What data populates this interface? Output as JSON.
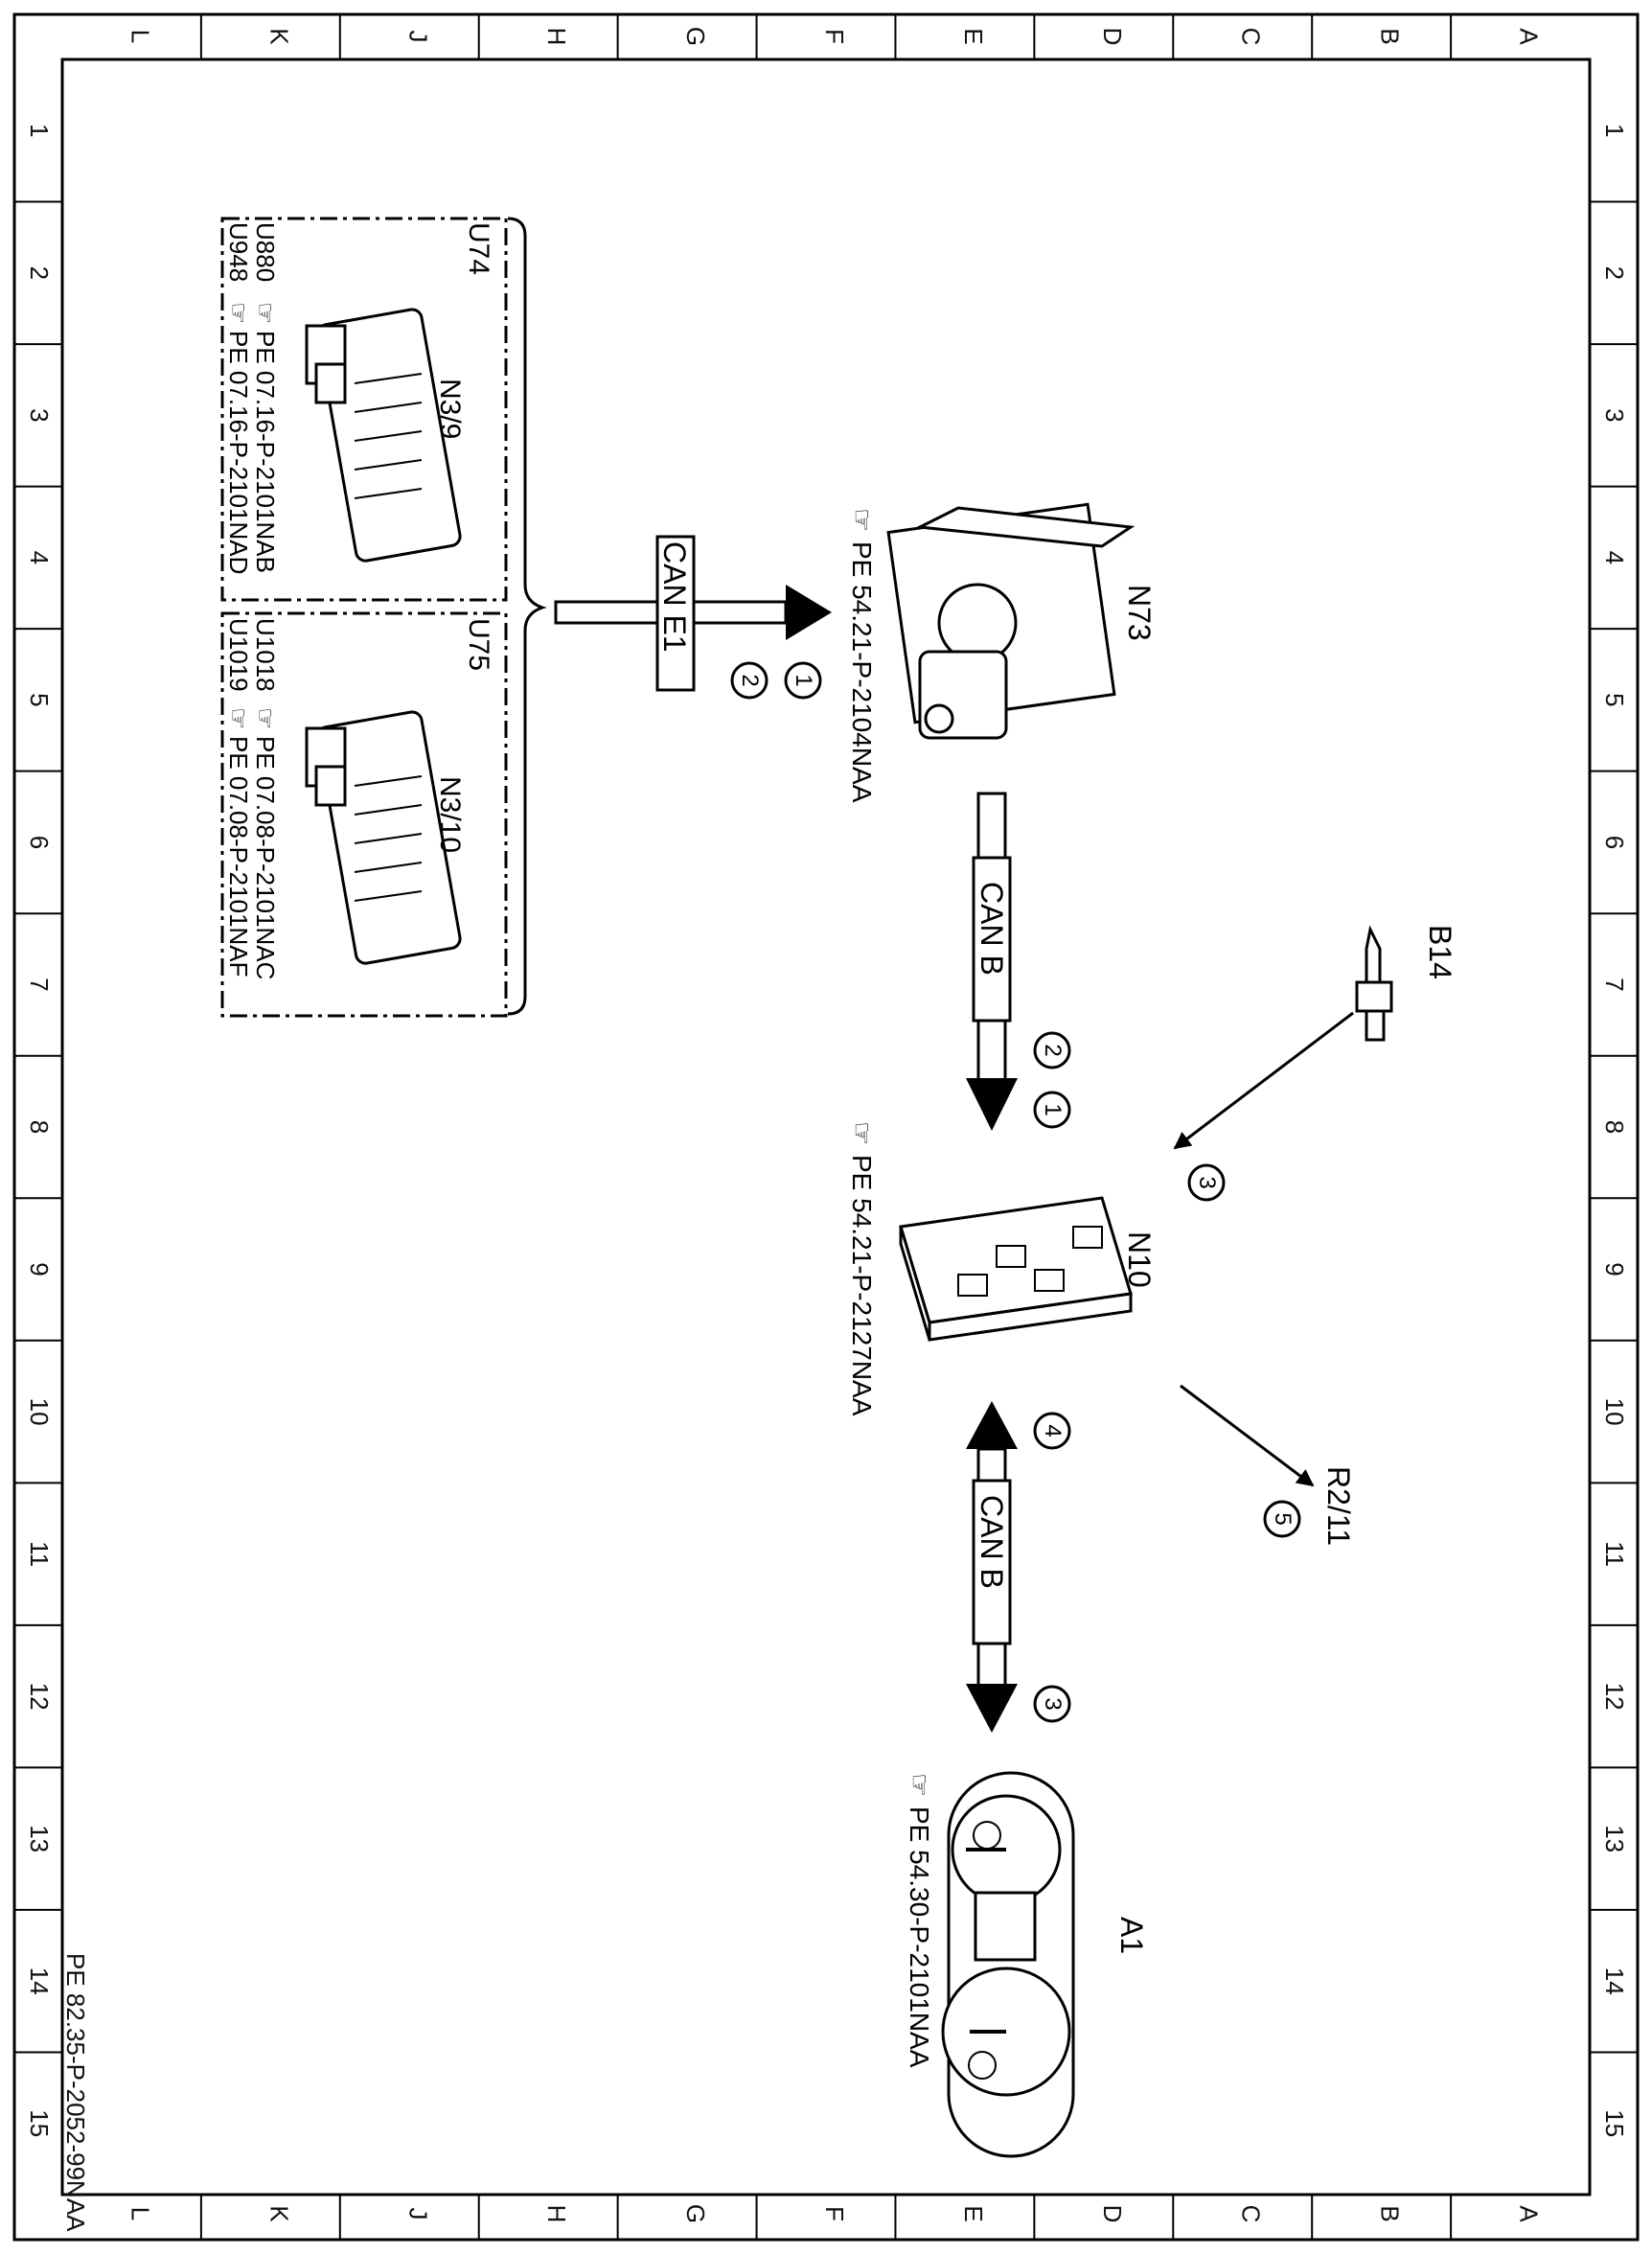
{
  "frame": {
    "top_columns": [
      "L",
      "K",
      "J",
      "H",
      "G",
      "F",
      "E",
      "D",
      "C",
      "B",
      "A"
    ],
    "bottom_columns": [
      "L",
      "K",
      "J",
      "H",
      "G",
      "F",
      "E",
      "D",
      "C",
      "B",
      "A"
    ],
    "left_rows": [
      "1",
      "2",
      "3",
      "4",
      "5",
      "6",
      "7",
      "8",
      "9",
      "10",
      "11",
      "12",
      "13",
      "14",
      "15"
    ],
    "right_rows": [
      "1",
      "2",
      "3",
      "4",
      "5",
      "6",
      "7",
      "8",
      "9",
      "10",
      "11",
      "12",
      "13",
      "14",
      "15"
    ],
    "document_id": "PE 82.35-P-2052-99NAA"
  },
  "ecu_group": {
    "left_box": {
      "code": "U74",
      "component": "N3/9",
      "ref1_code": "U880",
      "ref1_doc": "PE 07.16-P-2101NAB",
      "ref2_code": "U948",
      "ref2_doc": "PE 07.16-P-2101NAD"
    },
    "right_box": {
      "code": "U75",
      "component": "N3/10",
      "ref1_code": "U1018",
      "ref1_doc": "PE 07.08-P-2101NAC",
      "ref2_code": "U1019",
      "ref2_doc": "PE 07.08-P-2101NAF"
    }
  },
  "components": {
    "n73": {
      "label": "N73",
      "doc": "PE 54.21-P-2104NAA"
    },
    "n10": {
      "label": "N10",
      "doc": "PE 54.21-P-2127NAA"
    },
    "a1": {
      "label": "A1",
      "doc": "PE 54.30-P-2101NAA"
    },
    "b14": {
      "label": "B14"
    },
    "r211": {
      "label": "R2/11"
    }
  },
  "connections": {
    "bus1": {
      "label": "CAN E1",
      "steps": [
        "1",
        "2"
      ]
    },
    "bus2": {
      "label": "CAN B",
      "steps": [
        "2",
        "1"
      ]
    },
    "bus3": {
      "label": "CAN B",
      "steps": [
        "4",
        "3"
      ]
    },
    "b14_step": "3",
    "r211_step": "5"
  }
}
